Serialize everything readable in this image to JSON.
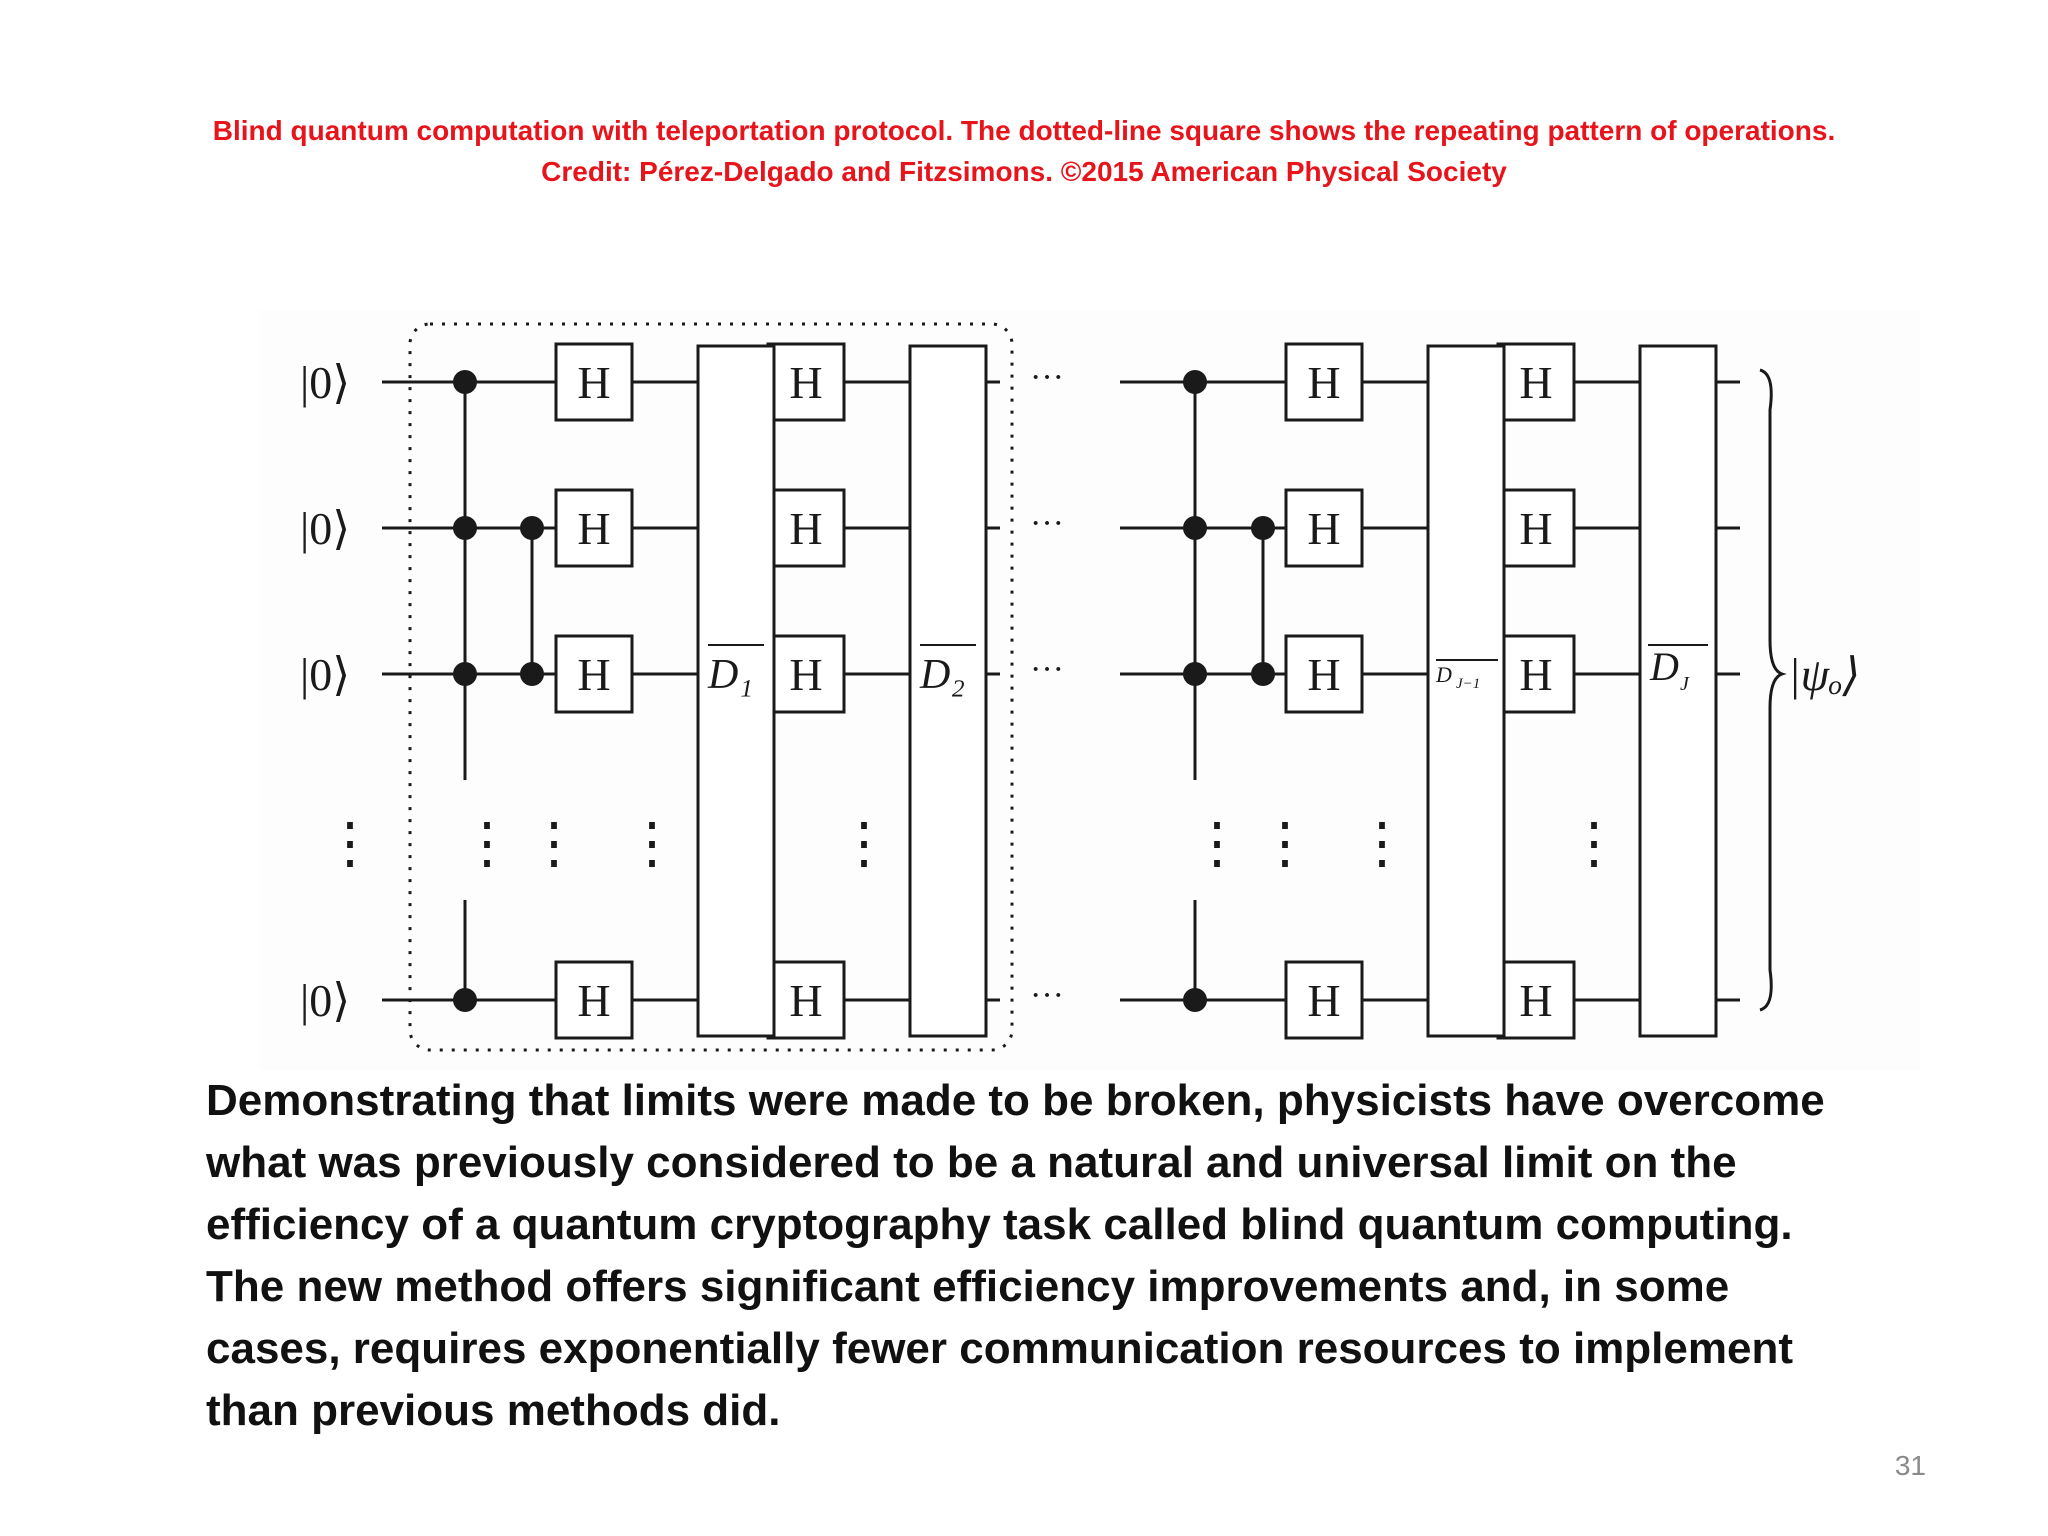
{
  "caption": {
    "line1": "Blind quantum computation with teleportation protocol. The dotted-line square shows the repeating pattern of operations.",
    "line2": "Credit: Pérez-Delgado and Fitzsimons. ©2015 American Physical Society"
  },
  "circuit": {
    "input_labels": [
      "|0⟩",
      "|0⟩",
      "|0⟩",
      "|0⟩"
    ],
    "vertical_ellipsis": "⋮",
    "horizontal_ellipsis": "···",
    "gate_label": "H",
    "block_labels": [
      "D₁",
      "D₂",
      "D",
      "D"
    ],
    "block_subscripts": [
      "",
      "",
      "J−1",
      "J"
    ],
    "output_label": "|ψₒ⟩"
  },
  "paragraph": {
    "lines": [
      "Demonstrating that limits were made to be broken, physicists have overcome",
      "what was previously considered to be a natural and universal limit on the",
      "efficiency of a quantum cryptography task called blind quantum computing.",
      "The new method offers significant efficiency improvements and, in some",
      "cases, requires exponentially fewer communication resources to implement",
      "than previous methods did."
    ]
  },
  "page_number": "31",
  "colors": {
    "caption": "#e8141c",
    "text": "#111111",
    "line": "#1a1a1a"
  }
}
